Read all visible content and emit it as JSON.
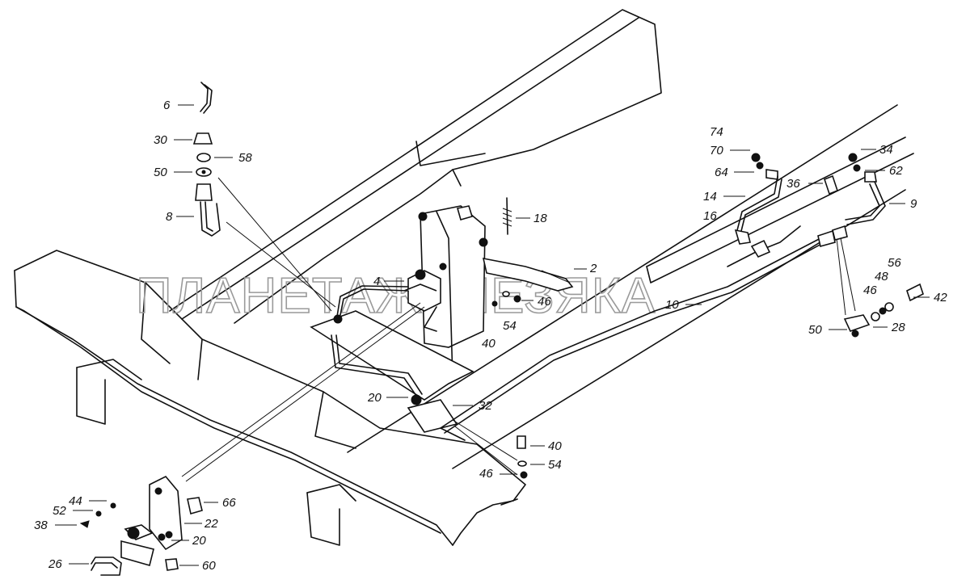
{
  "watermark": "ПЛАНЕТАЖЕЛЕЗЯКА",
  "callouts": [
    {
      "id": "6",
      "text": "6"
    },
    {
      "id": "30",
      "text": "30"
    },
    {
      "id": "58",
      "text": "58"
    },
    {
      "id": "50a",
      "text": "50"
    },
    {
      "id": "8",
      "text": "8"
    },
    {
      "id": "18",
      "text": "18"
    },
    {
      "id": "2",
      "text": "2"
    },
    {
      "id": "4",
      "text": "4"
    },
    {
      "id": "46a",
      "text": "46"
    },
    {
      "id": "54a",
      "text": "54"
    },
    {
      "id": "40a",
      "text": "40"
    },
    {
      "id": "20a",
      "text": "20"
    },
    {
      "id": "32",
      "text": "32"
    },
    {
      "id": "40b",
      "text": "40"
    },
    {
      "id": "54b",
      "text": "54"
    },
    {
      "id": "46b",
      "text": "46"
    },
    {
      "id": "66",
      "text": "66"
    },
    {
      "id": "44",
      "text": "44"
    },
    {
      "id": "52",
      "text": "52"
    },
    {
      "id": "38",
      "text": "38"
    },
    {
      "id": "22",
      "text": "22"
    },
    {
      "id": "20b",
      "text": "20"
    },
    {
      "id": "26",
      "text": "26"
    },
    {
      "id": "60",
      "text": "60"
    },
    {
      "id": "74",
      "text": "74"
    },
    {
      "id": "70",
      "text": "70"
    },
    {
      "id": "64",
      "text": "64"
    },
    {
      "id": "14",
      "text": "14"
    },
    {
      "id": "16",
      "text": "16"
    },
    {
      "id": "36",
      "text": "36"
    },
    {
      "id": "34",
      "text": "34"
    },
    {
      "id": "62",
      "text": "62"
    },
    {
      "id": "9",
      "text": "9"
    },
    {
      "id": "10",
      "text": "10"
    },
    {
      "id": "56",
      "text": "56"
    },
    {
      "id": "48",
      "text": "48"
    },
    {
      "id": "46c",
      "text": "46"
    },
    {
      "id": "42",
      "text": "42"
    },
    {
      "id": "50b",
      "text": "50"
    },
    {
      "id": "28",
      "text": "28"
    }
  ]
}
